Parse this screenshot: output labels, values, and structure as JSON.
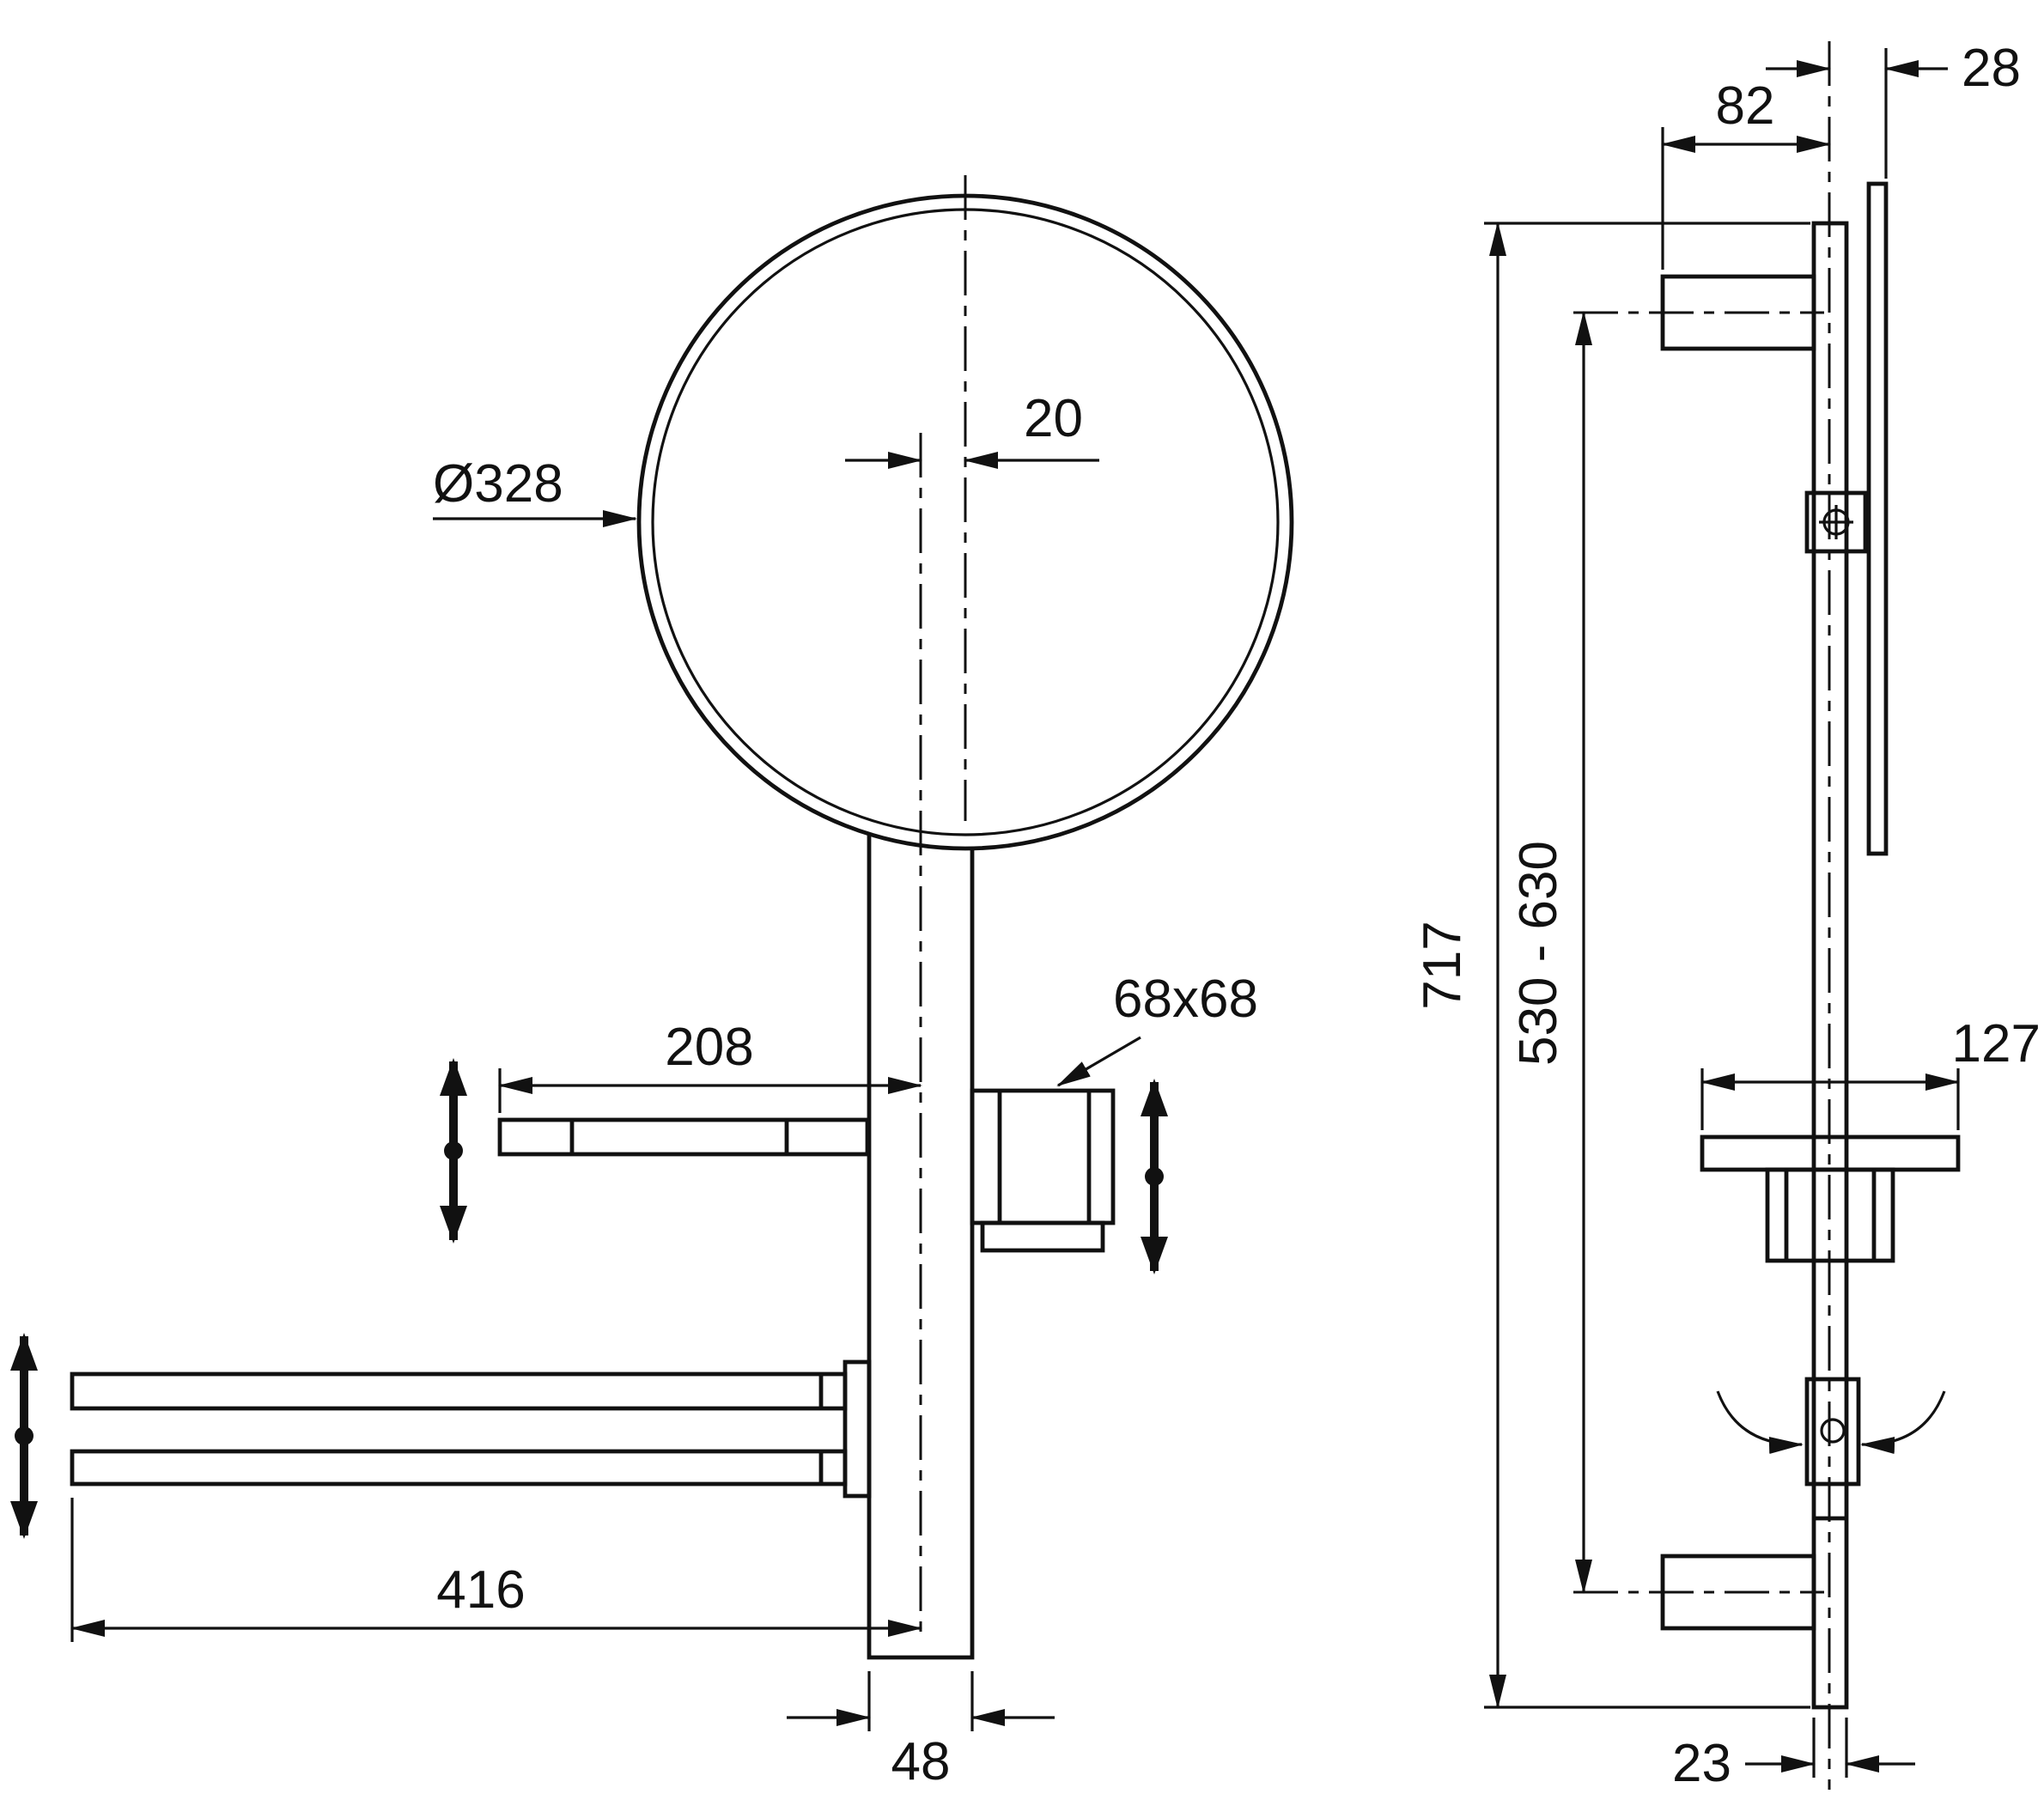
{
  "front_view": {
    "mirror_diameter": "Ø328",
    "center_offset": "20",
    "shelf_width": "208",
    "cup_size": "68x68",
    "bar_length": "416",
    "post_width": "48"
  },
  "side_view": {
    "mirror_gap": "28",
    "bracket_depth": "82",
    "total_height": "717",
    "mount_range": "530 - 630",
    "shelf_depth": "127",
    "post_depth": "23"
  }
}
